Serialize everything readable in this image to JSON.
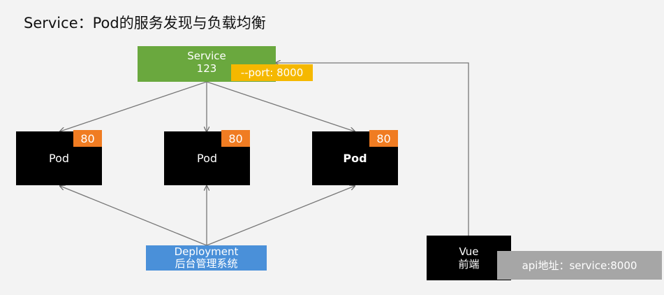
{
  "title": "Service：Pod的服务发现与负载均衡",
  "service": {
    "name": "Service",
    "id": "123",
    "port_label": "--port: 8000"
  },
  "pods": [
    {
      "label": "Pod",
      "port": "80"
    },
    {
      "label": "Pod",
      "port": "80"
    },
    {
      "label": "Pod",
      "port": "80"
    }
  ],
  "deployment": {
    "line1": "Deployment",
    "line2": "后台管理系统"
  },
  "frontend": {
    "line1": "Vue",
    "line2": "前端",
    "api_label": "api地址：service:8000"
  },
  "colors": {
    "service": "#6aa83e",
    "port": "#f5b800",
    "pod": "#000000",
    "pod_port": "#f07c22",
    "deployment": "#4a90d9",
    "api": "#a6a6a6",
    "edge": "#777777"
  }
}
